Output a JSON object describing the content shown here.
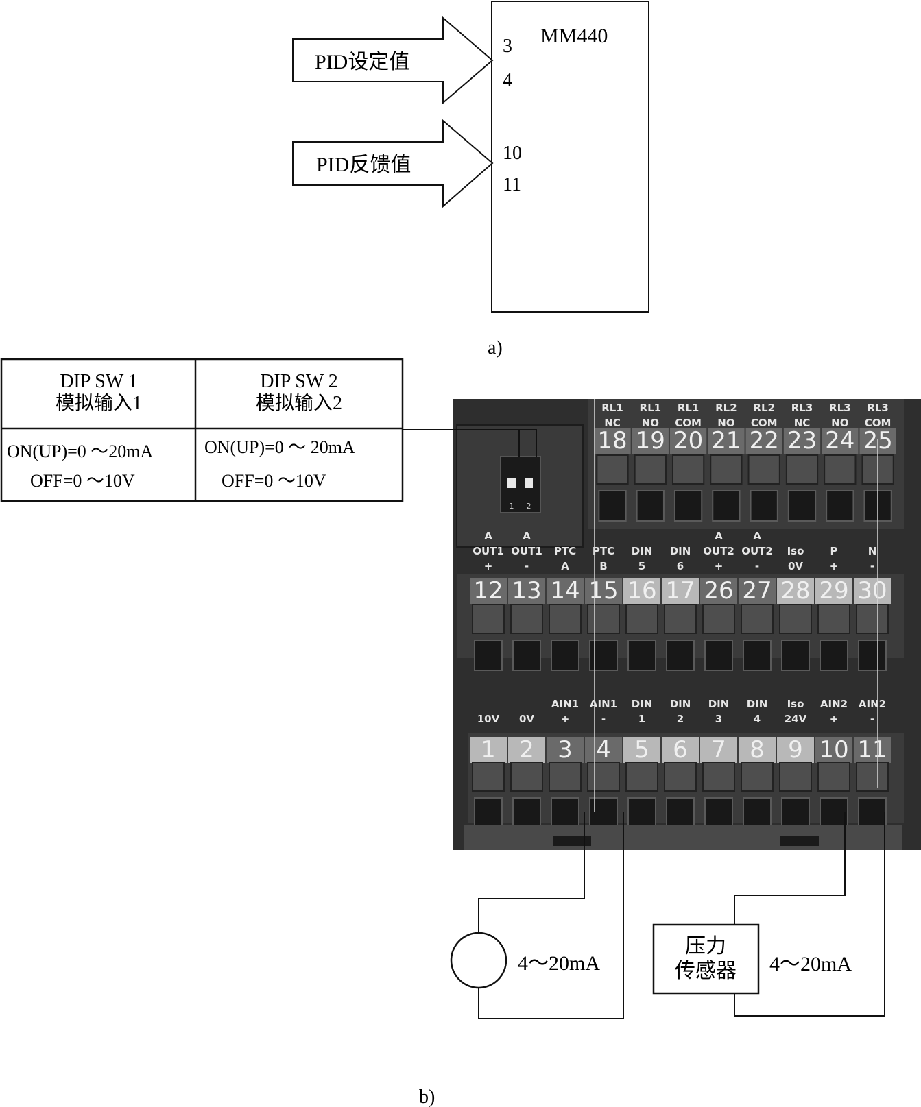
{
  "diagram_a": {
    "device_name": "MM440",
    "setpoint_label": "PID设定值",
    "feedback_label": "PID反馈值",
    "pins": [
      "3",
      "4",
      "10",
      "11"
    ],
    "caption": "a)"
  },
  "dip_table": {
    "col1_title": "DIP SW 1",
    "col1_sub": "模拟输入1",
    "col2_title": "DIP SW 2",
    "col2_sub": "模拟输入2",
    "col1_on": "ON(UP)=0 ～20mA",
    "col1_off": "OFF=0 ～10V",
    "col2_on": "ON(UP)=0 ～ 20mA",
    "col2_off": "OFF=0 ～10V"
  },
  "dip_switch_numbers": [
    "1",
    "2"
  ],
  "top_row": [
    {
      "l1": "RL1",
      "l2": "NC",
      "num": "18"
    },
    {
      "l1": "RL1",
      "l2": "NO",
      "num": "19"
    },
    {
      "l1": "RL1",
      "l2": "COM",
      "num": "20"
    },
    {
      "l1": "RL2",
      "l2": "NO",
      "num": "21"
    },
    {
      "l1": "RL2",
      "l2": "COM",
      "num": "22"
    },
    {
      "l1": "RL3",
      "l2": "NC",
      "num": "23"
    },
    {
      "l1": "RL3",
      "l2": "NO",
      "num": "24"
    },
    {
      "l1": "RL3",
      "l2": "COM",
      "num": "25"
    }
  ],
  "mid_row": [
    {
      "l1": "A",
      "l2": "OUT1",
      "l3": "+",
      "num": "12"
    },
    {
      "l1": "A",
      "l2": "OUT1",
      "l3": "-",
      "num": "13"
    },
    {
      "l1": "",
      "l2": "PTC",
      "l3": "A",
      "num": "14"
    },
    {
      "l1": "",
      "l2": "PTC",
      "l3": "B",
      "num": "15"
    },
    {
      "l1": "",
      "l2": "DIN",
      "l3": "5",
      "num": "16"
    },
    {
      "l1": "",
      "l2": "DIN",
      "l3": "6",
      "num": "17"
    },
    {
      "l1": "A",
      "l2": "OUT2",
      "l3": "+",
      "num": "26"
    },
    {
      "l1": "A",
      "l2": "OUT2",
      "l3": "-",
      "num": "27"
    },
    {
      "l1": "",
      "l2": "Iso",
      "l3": "0V",
      "num": "28"
    },
    {
      "l1": "",
      "l2": "P",
      "l3": "+",
      "num": "29"
    },
    {
      "l1": "",
      "l2": "N",
      "l3": "-",
      "num": "30"
    }
  ],
  "bot_row": [
    {
      "l1": "",
      "l2": "10V",
      "num": "1"
    },
    {
      "l1": "",
      "l2": "0V",
      "num": "2"
    },
    {
      "l1": "AIN1",
      "l2": "+",
      "num": "3"
    },
    {
      "l1": "AIN1",
      "l2": "-",
      "num": "4"
    },
    {
      "l1": "DIN",
      "l2": "1",
      "num": "5"
    },
    {
      "l1": "DIN",
      "l2": "2",
      "num": "6"
    },
    {
      "l1": "DIN",
      "l2": "3",
      "num": "7"
    },
    {
      "l1": "DIN",
      "l2": "4",
      "num": "8"
    },
    {
      "l1": "Iso",
      "l2": "24V",
      "num": "9"
    },
    {
      "l1": "AIN2",
      "l2": "+",
      "num": "10"
    },
    {
      "l1": "AIN2",
      "l2": "-",
      "num": "11"
    }
  ],
  "source_current_label": "4～20mA",
  "sensor_name_line1": "压力",
  "sensor_name_line2": "传感器",
  "sensor_current_label": "4～20mA",
  "caption_b": "b)"
}
